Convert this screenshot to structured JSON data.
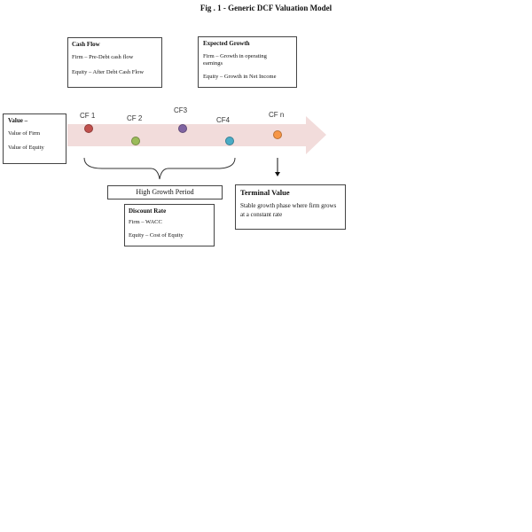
{
  "title": "Fig . 1 - Generic DCF Valuation Model",
  "cash_flow": {
    "heading": "Cash Flow",
    "lines": [
      "Firm – Pre-Debt cash flow",
      "Equity – After Debt Cash Flow"
    ]
  },
  "expected_growth": {
    "heading": "Expected Growth",
    "lines": [
      "Firm – Growth in operating earnings",
      "Equity – Growth in Net Income"
    ]
  },
  "value": {
    "heading": "Value –",
    "lines": [
      "Value of Firm",
      "Value of Equity"
    ]
  },
  "cash_flows": [
    {
      "label": "CF 1",
      "color": "#c0504d"
    },
    {
      "label": "CF 2",
      "color": "#9bbb59"
    },
    {
      "label": "CF3",
      "color": "#8064a2"
    },
    {
      "label": "CF4",
      "color": "#4bacc6"
    },
    {
      "label": "CF n",
      "color": "#f79646"
    }
  ],
  "arrow_color": "#f2dcdb",
  "high_growth": {
    "label": "High Growth Period"
  },
  "discount_rate": {
    "heading": "Discount Rate",
    "lines": [
      "Firm – WACC",
      "Equity – Cost of Equity"
    ]
  },
  "terminal_value": {
    "heading": "Terminal Value",
    "lines": [
      "Stable growth phase where firm grows at a constant rate"
    ]
  }
}
